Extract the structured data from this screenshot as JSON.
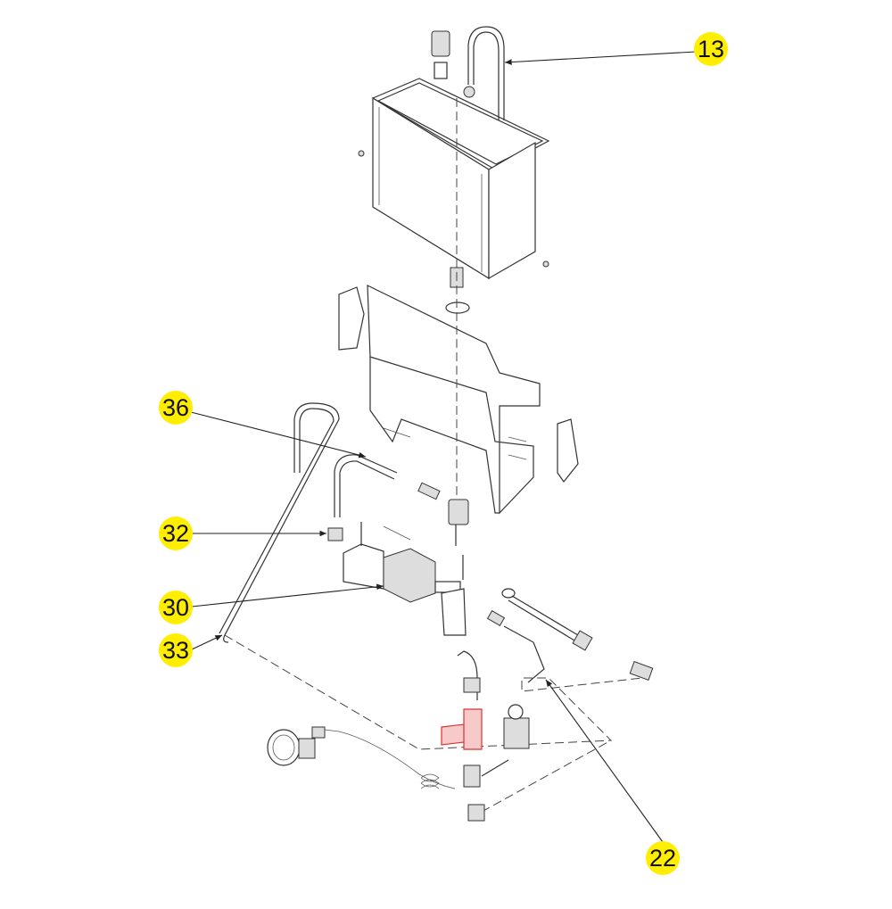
{
  "diagram": {
    "callouts": [
      {
        "id": "13",
        "label": "13"
      },
      {
        "id": "36",
        "label": "36"
      },
      {
        "id": "32",
        "label": "32"
      },
      {
        "id": "30",
        "label": "30"
      },
      {
        "id": "33",
        "label": "33"
      },
      {
        "id": "22",
        "label": "22"
      }
    ],
    "colors": {
      "callout": "#ffee00",
      "highlight_part": "#d33333"
    }
  }
}
